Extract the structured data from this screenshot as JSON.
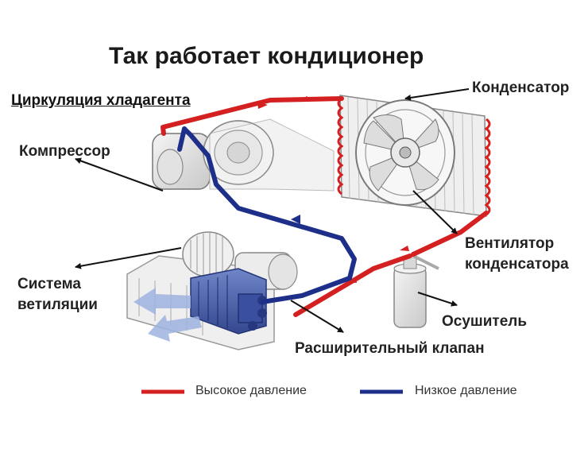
{
  "title": "Так работает кондиционер",
  "subtitle": "Циркуляция хладагента",
  "labels": {
    "condenser": "Конденсатор",
    "compressor": "Компрессор",
    "condenser_fan_line1": "Вентилятор",
    "condenser_fan_line2": "конденсатора",
    "ventilation_line1": "Система",
    "ventilation_line2": "ветиляции",
    "dryer": "Осушитель",
    "expansion_valve": "Расширительный клапан"
  },
  "legend": {
    "high": "Высокое давление",
    "low": "Низкое давление"
  },
  "colors": {
    "high_pressure": "#d42020",
    "low_pressure": "#1e2f8a",
    "arrow": "#111111"
  }
}
